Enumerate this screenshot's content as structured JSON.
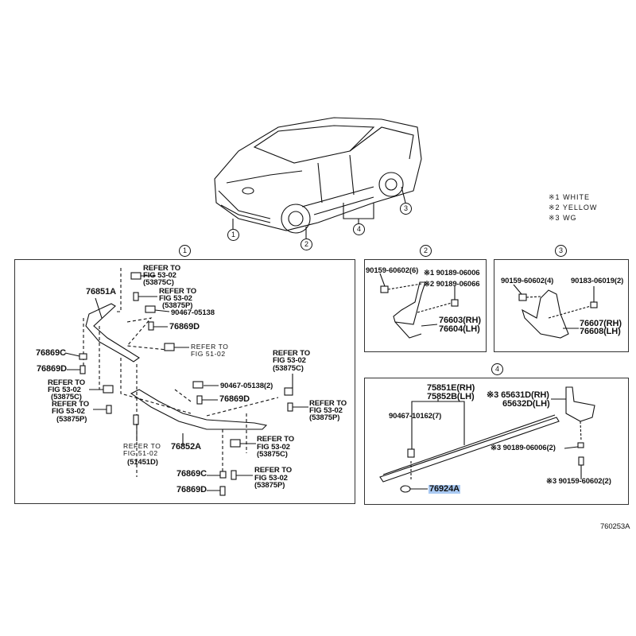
{
  "callouts": [
    "1",
    "2",
    "3",
    "4"
  ],
  "legend": [
    {
      "mark": "※1",
      "text": "WHITE"
    },
    {
      "mark": "※2",
      "text": "YELLOW"
    },
    {
      "mark": "※3",
      "text": "WG"
    }
  ],
  "panel1": {
    "number": "1",
    "labels": [
      "REFER TO",
      "FIG 53-02",
      "(53875C)",
      "REFER TO",
      "FIG 53-02",
      "(53875P)",
      "90467-05138",
      "76869D",
      "REFER TO",
      "FIG 51-02",
      "76851A",
      "76869C",
      "76869D",
      "REFER TO",
      "FIG 53-02",
      "(53875C)",
      "REFER TO",
      "FIG 53-02",
      "(53875P)",
      "REFER TO",
      "FIG 53-02",
      "(53875C)",
      "90467-05138(2)",
      "76869D",
      "REFER TO",
      "FIG 53-02",
      "(53875P)",
      "REFER TO",
      "FIG 51-02",
      "(51451D)",
      "76852A",
      "REFER TO",
      "FIG 53-02",
      "(53875C)",
      "76869C",
      "REFER TO",
      "FIG 53-02",
      "(53875P)",
      "76869D"
    ]
  },
  "panel2": {
    "number": "2",
    "labels": [
      "90159-60602(6)",
      "※1 90189-06006",
      "※2 90189-06066",
      "76603(RH)",
      "76604(LH)"
    ]
  },
  "panel3": {
    "number": "3",
    "labels": [
      "90159-60602(4)",
      "90183-06019(2)",
      "76607(RH)",
      "76608(LH)"
    ]
  },
  "panel4": {
    "number": "4",
    "labels": [
      "75851E(RH)",
      "75852B(LH)",
      "※3 65631D(RH)",
      "65632D(LH)",
      "90467-10162(7)",
      "※3 90189-06006(2)",
      "※3 90159-60602(2)",
      "76924A"
    ]
  },
  "figure_id": "760253A",
  "colors": {
    "highlight": "#a9c9f2",
    "line": "#111111"
  }
}
